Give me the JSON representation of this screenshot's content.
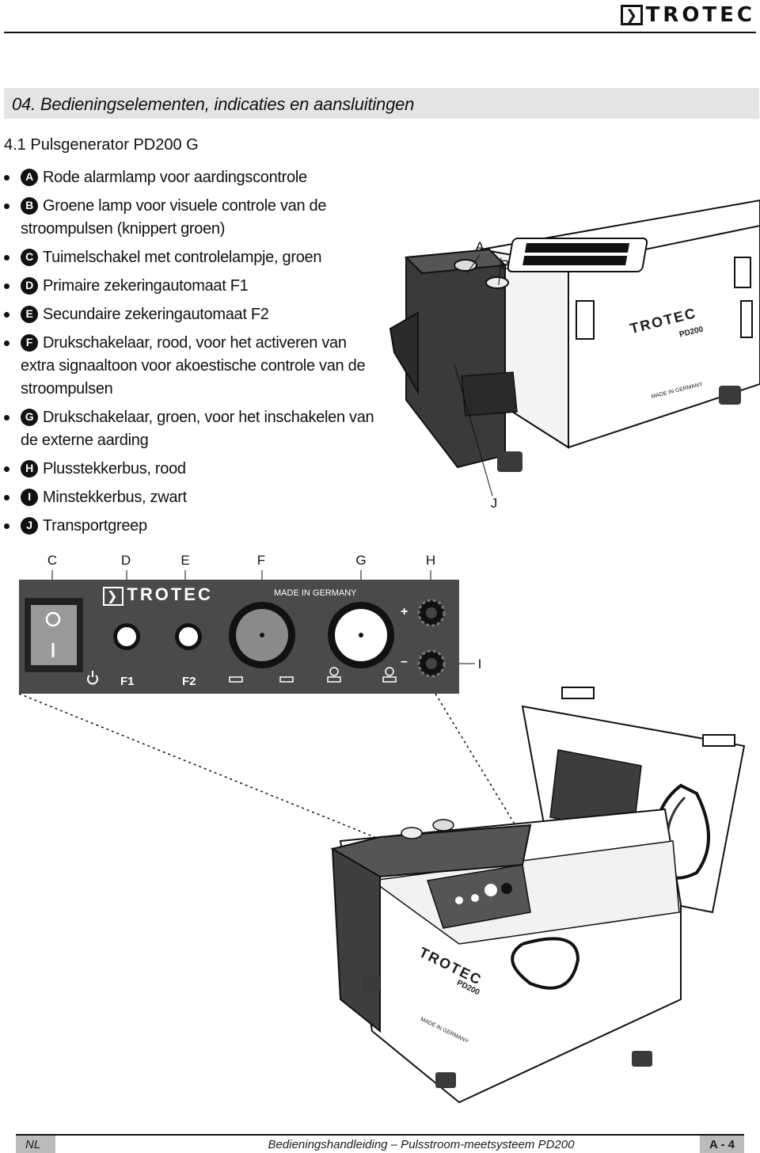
{
  "header": {
    "logo_text": "TROTEC"
  },
  "section": {
    "title": "04. Bedieningselementen, indicaties en aansluitingen"
  },
  "subsection": {
    "title": "4.1  Pulsgenerator PD200 G"
  },
  "items": [
    {
      "letter": "A",
      "text": "Rode alarmlamp voor aardingscontrole"
    },
    {
      "letter": "B",
      "text": "Groene lamp voor visuele controle van de stroompulsen (knippert groen)"
    },
    {
      "letter": "C",
      "text": "Tuimelschakel met controlelampje, groen"
    },
    {
      "letter": "D",
      "text": "Primaire zekeringautomaat F1"
    },
    {
      "letter": "E",
      "text": "Secundaire zekeringautomaat F2"
    },
    {
      "letter": "F",
      "text": "Drukschakelaar, rood, voor het activeren van extra signaaltoon voor akoestische controle van de stroompulsen"
    },
    {
      "letter": "G",
      "text": "Drukschakelaar, groen, voor het inschakelen van de externe aarding"
    },
    {
      "letter": "H",
      "text": "Plusstekkerbus, rood"
    },
    {
      "letter": "I",
      "text": "Minstekkerbus, zwart"
    },
    {
      "letter": "J",
      "text": "Transportgreep"
    }
  ],
  "device": {
    "brand": "TROTEC",
    "model": "PD200",
    "made_in": "MADE IN GERMANY"
  },
  "panel": {
    "brand": "TROTEC",
    "made_in": "MADE IN GERMANY",
    "switch_on": "I",
    "switch_off": "O",
    "f1_label": "F1",
    "f2_label": "F2",
    "plus_label": "+",
    "minus_label": "–"
  },
  "callouts": {
    "A": "A",
    "B": "B",
    "C": "C",
    "D": "D",
    "E": "E",
    "F": "F",
    "G": "G",
    "H": "H",
    "I": "I",
    "J": "J"
  },
  "footer": {
    "language": "NL",
    "manual_title": "Bedieningshandleiding – Pulsstroom-meetsysteem PD200",
    "page": "A - 4"
  }
}
